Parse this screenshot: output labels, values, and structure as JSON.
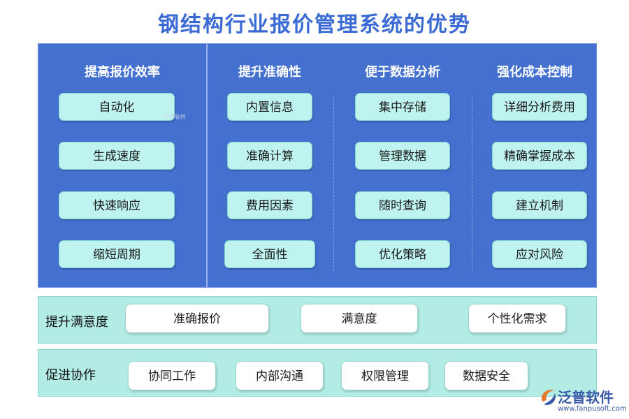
{
  "title": "钢结构行业报价管理系统的优势",
  "columns": [
    {
      "heading": "提高报价效率",
      "items": [
        "自动化",
        "生成速度",
        "快速响应",
        "缩短周期"
      ]
    },
    {
      "heading": "提升准确性",
      "items": [
        "内置信息",
        "准确计算",
        "费用因素",
        "全面性"
      ]
    },
    {
      "heading": "便于数据分析",
      "items": [
        "集中存储",
        "管理数据",
        "随时查询",
        "优化策略"
      ]
    },
    {
      "heading": "强化成本控制",
      "items": [
        "详细分析费用",
        "精确掌握成本",
        "建立机制",
        "应对风险"
      ]
    }
  ],
  "satisfaction": {
    "label": "提升满意度",
    "items": [
      "准确报价",
      "满意度",
      "个性化需求"
    ]
  },
  "collaboration": {
    "label": "促进协作",
    "items": [
      "协同工作",
      "内部沟通",
      "权限管理",
      "数据安全"
    ]
  },
  "watermark": "泛普软件",
  "logo": {
    "name": "泛普软件",
    "url": "www.fanpusoft.com"
  },
  "colors": {
    "title": "#3a6ad4",
    "panel": "#4470cf",
    "pill": "#bff3ef",
    "band": "#b3ebe5"
  }
}
